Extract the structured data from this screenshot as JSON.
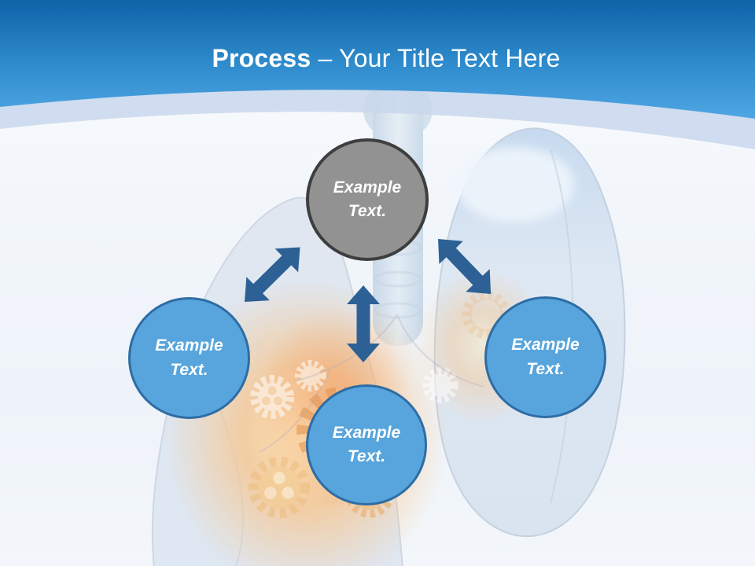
{
  "header": {
    "title_bold": "Process",
    "title_rest": "– Your Title Text Here"
  },
  "background": {
    "illustration": "transparent-lungs-with-orange-gears-anatomy-art"
  },
  "diagram": {
    "type": "hub-and-spoke process diagram",
    "nodes": [
      {
        "id": "top",
        "variant": "gray",
        "line1": "Example",
        "line2": "Text."
      },
      {
        "id": "left",
        "variant": "blue",
        "line1": "Example",
        "line2": "Text."
      },
      {
        "id": "bottom",
        "variant": "blue",
        "line1": "Example",
        "line2": "Text."
      },
      {
        "id": "right",
        "variant": "blue",
        "line1": "Example",
        "line2": "Text."
      }
    ],
    "connectors": [
      {
        "from": "top",
        "to": "left",
        "style": "double-headed-arrow"
      },
      {
        "from": "top",
        "to": "bottom",
        "style": "double-headed-arrow"
      },
      {
        "from": "top",
        "to": "right",
        "style": "double-headed-arrow"
      }
    ]
  },
  "colors": {
    "header_blue_top": "#0F63A8",
    "header_blue_bottom": "#4FA6E3",
    "header_band": "#C9D7EC",
    "title_text": "#FFFFFF",
    "node_blue_fill": "#57A5DC",
    "node_blue_border": "#2E6DA4",
    "node_gray_fill": "#929292",
    "node_gray_border": "#3E3E3E",
    "arrow": "#2D6195",
    "page_background": "#F2F6FB"
  }
}
